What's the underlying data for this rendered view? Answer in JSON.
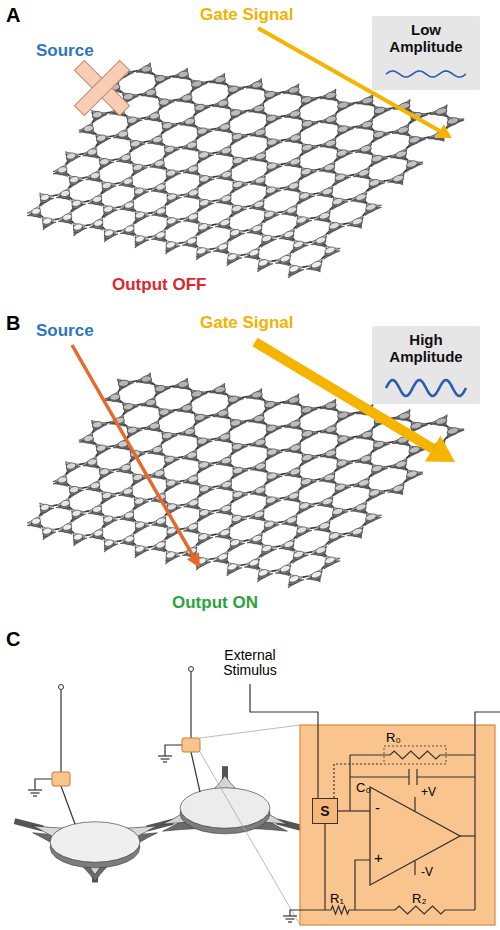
{
  "diagram": {
    "nodes": [
      {
        "text": [
          "Low Amplitude"
        ]
      },
      {
        "text": [
          "High Amplitude"
        ]
      },
      {
        "text": [
          "S"
        ]
      }
    ],
    "labels": [
      "A",
      "Source",
      "Gate Signal",
      "Output OFF",
      "B",
      "Source",
      "Gate Signal",
      "Output ON",
      "C",
      "External Stimulus",
      "R₀",
      "C₀",
      "+V",
      "-V",
      "-",
      "+",
      "R₁",
      "R₂"
    ]
  }
}
